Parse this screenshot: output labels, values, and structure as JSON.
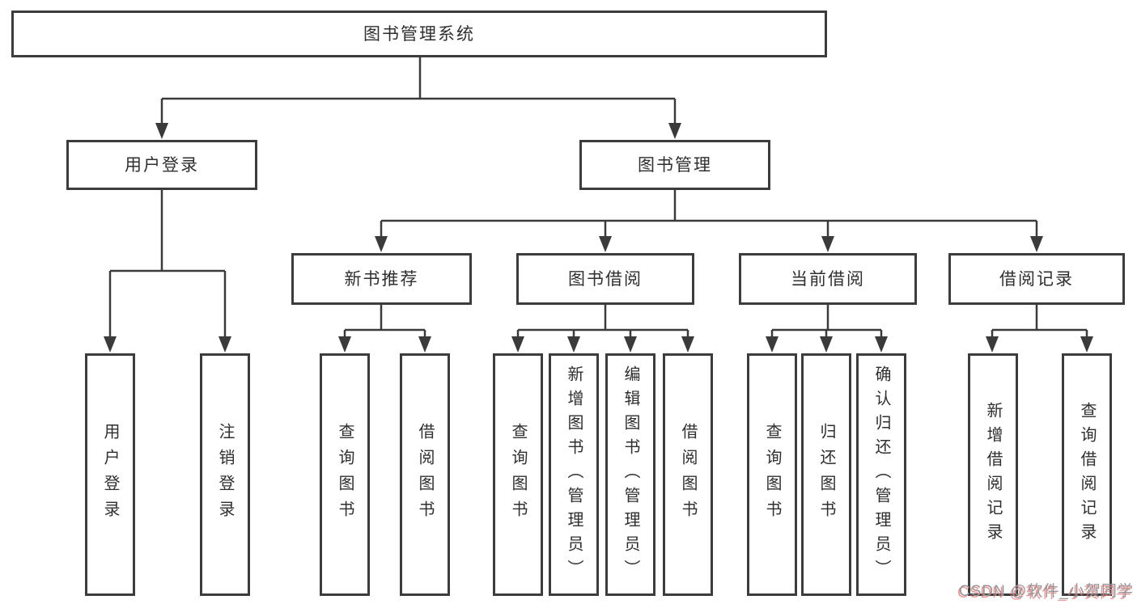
{
  "diagram": {
    "tree": {
      "label": "图书管理系统",
      "children": [
        {
          "label": "用户登录",
          "children": [
            {
              "label": "用户登录"
            },
            {
              "label": "注销登录"
            }
          ]
        },
        {
          "label": "图书管理",
          "children": [
            {
              "label": "新书推荐",
              "children": [
                {
                  "label": "查询图书"
                },
                {
                  "label": "借阅图书"
                }
              ]
            },
            {
              "label": "图书借阅",
              "children": [
                {
                  "label": "查询图书"
                },
                {
                  "label": "新增图书（管理员）"
                },
                {
                  "label": "编辑图书（管理员）"
                },
                {
                  "label": "借阅图书"
                }
              ]
            },
            {
              "label": "当前借阅",
              "children": [
                {
                  "label": "查询图书"
                },
                {
                  "label": "归还图书"
                },
                {
                  "label": "确认归还（管理员）"
                }
              ]
            },
            {
              "label": "借阅记录",
              "children": [
                {
                  "label": "新增借阅记录"
                },
                {
                  "label": "查询借阅记录"
                }
              ]
            }
          ]
        }
      ]
    }
  },
  "watermark": {
    "text": "CSDN @软件_小贺同学"
  },
  "colors": {
    "line": "#3b3b3b",
    "box_border": "#3c3c3c",
    "box_fill": "#ffffff",
    "text": "#2f2f2f",
    "watermark_gray": "#95959a",
    "watermark_accent": "#e8756f"
  }
}
